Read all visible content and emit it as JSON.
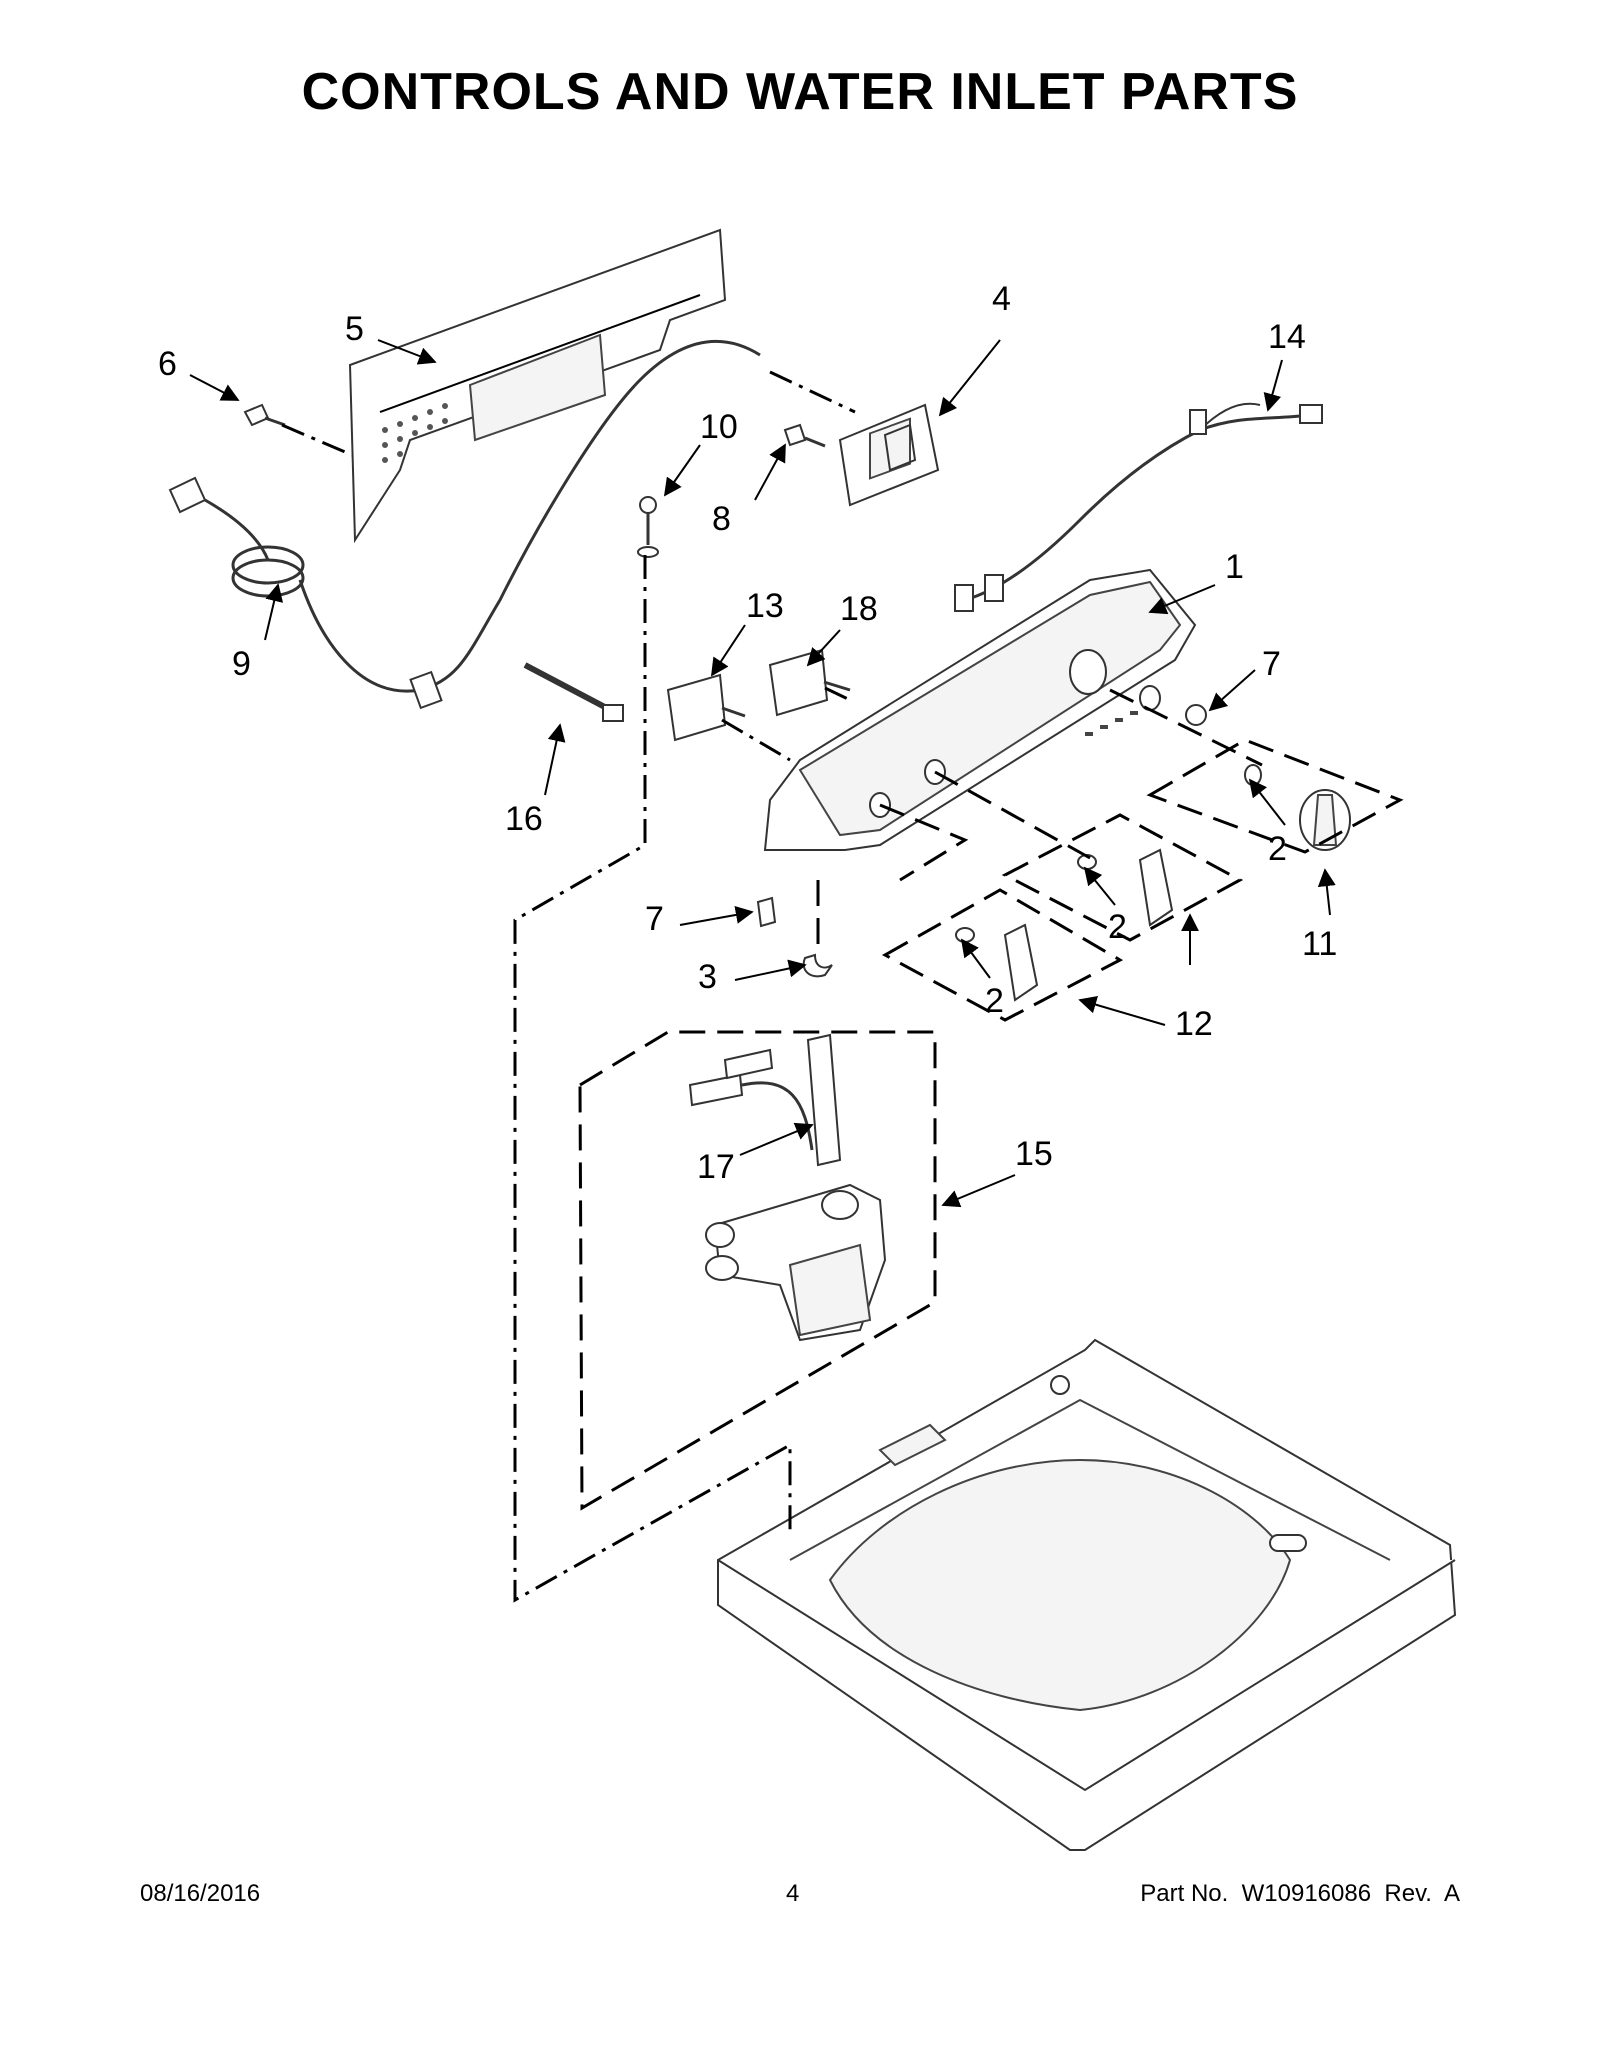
{
  "page": {
    "title": "CONTROLS AND WATER INLET PARTS",
    "footer": {
      "date": "08/16/2016",
      "page_number": "4",
      "part_number": "Part No.  W10916086  Rev.  A"
    }
  },
  "callouts": [
    "1",
    "2",
    "2",
    "2",
    "2",
    "3",
    "4",
    "5",
    "6",
    "7",
    "7",
    "8",
    "9",
    "10",
    "11",
    "12",
    "13",
    "14",
    "15",
    "16",
    "17",
    "18"
  ]
}
